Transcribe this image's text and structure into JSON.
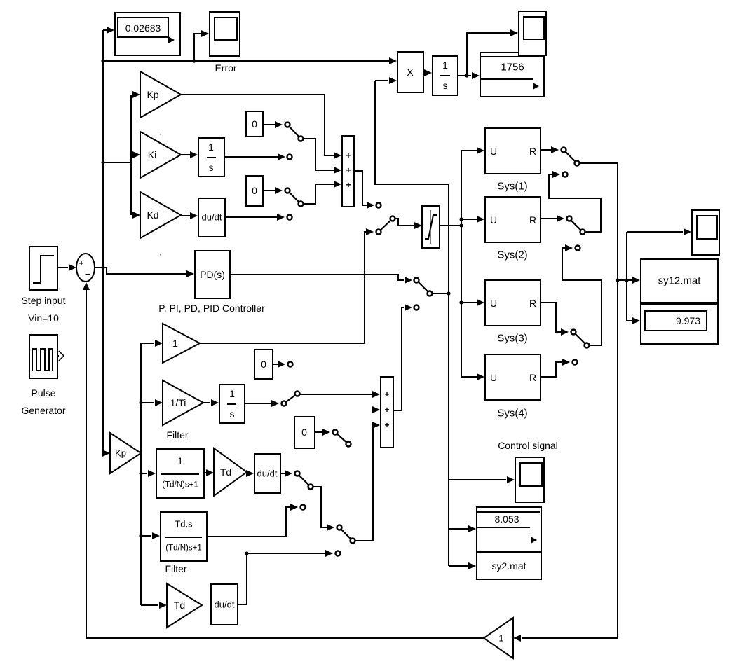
{
  "signs": {
    "plus": "+",
    "minus": "−"
  },
  "artifacts": {
    "tick": "'",
    "dot": "."
  },
  "sources": {
    "step": {
      "caption1": "Step input",
      "caption2": "Vin=10"
    },
    "pulse": {
      "caption1": "Pulse",
      "caption2": "Generator"
    }
  },
  "top": {
    "display_error_value": "0.02683",
    "scope_error_caption": "Error",
    "product_label": "X",
    "integrator_num": "1",
    "integrator_den": "s",
    "display_value": "1756"
  },
  "pid_upper": {
    "kp": "Kp",
    "ki": "Ki",
    "kd": "Kd",
    "integrator_num": "1",
    "integrator_den": "s",
    "derivative": "du/dt",
    "const_a": "0",
    "const_b": "0",
    "pd_transfer": "PD(s)",
    "caption": "P, PI, PD, PID Controller"
  },
  "pid_lower": {
    "gain_one": "1",
    "gain_inv_ti": "1/Ti",
    "integrator_num": "1",
    "integrator_den": "s",
    "filter_caption_a": "Filter",
    "filter_caption_b": "Filter",
    "kp": "Kp",
    "tf_a_num": "1",
    "tf_a_den": "(Td/N)s+1",
    "tf_b_num": "Td.s",
    "tf_b_den": "(Td/N)s+1",
    "td_a": "Td",
    "td_b": "Td",
    "derivative_a": "du/dt",
    "derivative_b": "du/dt",
    "const_c": "0",
    "const_d": "0"
  },
  "plants": {
    "sys1": {
      "in": "U",
      "out": "R",
      "caption": "Sys(1)"
    },
    "sys2": {
      "in": "U",
      "out": "R",
      "caption": "Sys(2)"
    },
    "sys3": {
      "in": "U",
      "out": "R",
      "caption": "Sys(3)"
    },
    "sys4": {
      "in": "U",
      "out": "R",
      "caption": "Sys(4)"
    }
  },
  "outputs": {
    "control_caption": "Control signal",
    "display_control_value": "8.053",
    "tofile_control": "sy2.mat",
    "tofile_response": "sy12.mat",
    "display_response_value": "9.973",
    "feedback_gain": "1"
  }
}
